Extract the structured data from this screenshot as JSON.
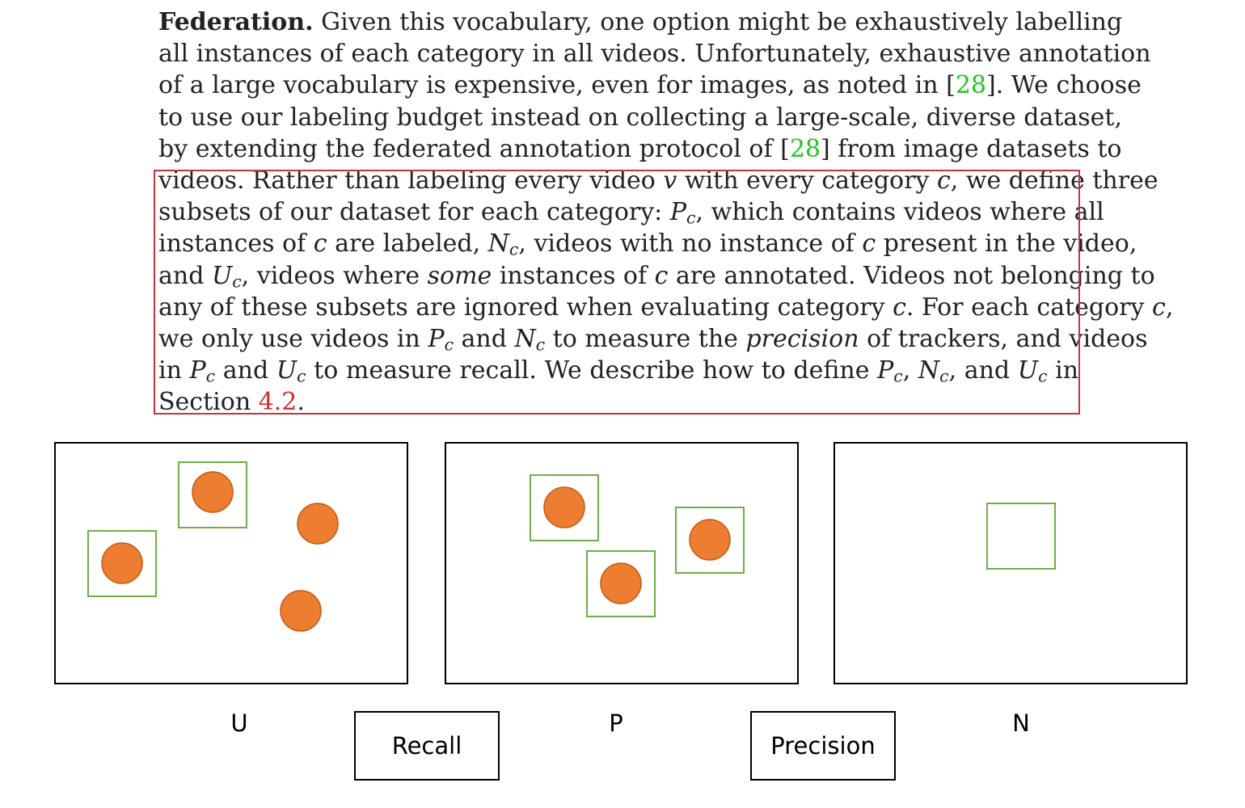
{
  "text": {
    "heading": "Federation.",
    "l1": "Given this vocabulary, one option might be exhaustively labelling",
    "l2": "all instances of each category in all videos. Unfortunately, exhaustive annotation",
    "l3a": "of a large vocabulary is expensive, even for images, as noted in [",
    "cite1": "28",
    "l3b": "]. We choose",
    "l4": "to use our labeling budget instead on collecting a large-scale, diverse dataset,",
    "l5a": "by extending the federated annotation protocol of [",
    "cite2": "28",
    "l5b": "] from image datasets to",
    "l6a": "videos. Rather than labeling every video ",
    "var_v": "v",
    "l6b": " with every category ",
    "var_c": "c",
    "l6c": ", we define three",
    "l7a": "subsets of our dataset for each category: ",
    "var_P": "P",
    "l7b": ", which contains videos where all",
    "l8a": "instances of ",
    "l8b": " are labeled, ",
    "var_N": "N",
    "l8c": ", videos with no instance of ",
    "l8d": " present in the video,",
    "l9a": "and ",
    "var_U": "U",
    "l9b": ", videos where ",
    "some": "some",
    "l9c": " instances of ",
    "l9d": " are annotated. Videos not belonging to",
    "l10a": "any of these subsets are ignored when evaluating category ",
    "l10b": ". For each category ",
    "l10c": ",",
    "l11a": "we only use videos in ",
    "and": " and ",
    "l11b": " to measure the ",
    "precision": "precision",
    "l11c": " of trackers, and videos",
    "l12a": "in ",
    "l12b": " to measure recall. We describe how to define ",
    "comma": ", ",
    "and_comma": ", and ",
    "l12c": " in",
    "l13a": "Section ",
    "section_ref": "4.2",
    "l13b": "."
  },
  "diagram": {
    "labels": {
      "u": "U",
      "p": "P",
      "n": "N"
    },
    "tags": {
      "recall": "Recall",
      "precision": "Precision"
    }
  },
  "colors": {
    "instance_fill": "#ed7d31",
    "instance_stroke": "#c55a11",
    "annotation_box": "#70ad47",
    "highlight_border": "#c8313f",
    "citation": "#22c422",
    "reference": "#d42a2a"
  }
}
